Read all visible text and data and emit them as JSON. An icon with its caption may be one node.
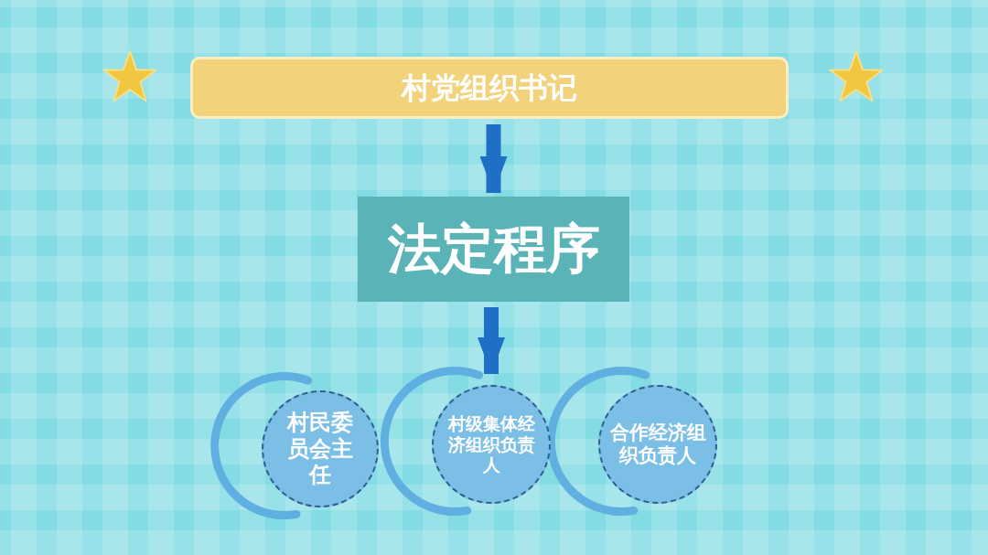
{
  "diagram": {
    "nodes": [
      {
        "text": [
          "村党组织书记"
        ]
      },
      {
        "text": [
          "法定程序"
        ]
      },
      {
        "text": [
          "村民委员会主任"
        ]
      },
      {
        "text": [
          "村级集体经济组织负责人"
        ]
      },
      {
        "text": [
          "合作经济组织负责人"
        ]
      }
    ],
    "edges": [
      {
        "from": 0,
        "to": 1,
        "arrow": "to"
      },
      {
        "from": 1,
        "to": 3,
        "arrow": "to"
      }
    ]
  }
}
